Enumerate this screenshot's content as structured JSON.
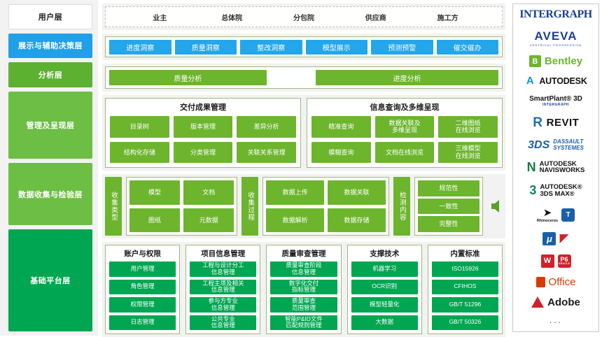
{
  "layers": [
    {
      "label": "用户层",
      "key": "user"
    },
    {
      "label": "展示与辅助决策层",
      "key": "display"
    },
    {
      "label": "分析层",
      "key": "analysis"
    },
    {
      "label": "管理及呈现层",
      "key": "management"
    },
    {
      "label": "数据收集与检验层",
      "key": "data"
    },
    {
      "label": "基础平台层",
      "key": "base"
    }
  ],
  "stakeholders": [
    "业主",
    "总体院",
    "分包院",
    "供应商",
    "施工方"
  ],
  "insights": [
    "进度洞察",
    "质量洞察",
    "整改洞察",
    "模型展示",
    "预测预警",
    "催交催办"
  ],
  "analysis_bars": [
    "质量分析",
    "进度分析"
  ],
  "management": [
    {
      "title": "交付成果管理",
      "cells": [
        "目录树",
        "版本管理",
        "差异分析",
        "结构化存储",
        "分类管理",
        "关联关系管理"
      ]
    },
    {
      "title": "信息查询及多维呈现",
      "cells": [
        "精准查询",
        "数据关联及\n多维呈现",
        "二维图纸\n在线浏览",
        "模糊查询",
        "文档在线浏览",
        "三维模型\n在线浏览"
      ]
    }
  ],
  "collection": {
    "type_label": "收集类型",
    "types": [
      "模型",
      "文档",
      "图纸",
      "元数据"
    ],
    "process_label": "收集过程",
    "processes": [
      "数据上传",
      "数据关联",
      "数据解析",
      "数据存储"
    ],
    "check_label": "检测内容",
    "checks": [
      "规范性",
      "一致性",
      "完整性"
    ]
  },
  "base_platform": [
    {
      "title": "账户与权限",
      "items": [
        "用户管理",
        "角色管理",
        "权限管理",
        "日志管理"
      ]
    },
    {
      "title": "项目信息管理",
      "items": [
        "工程与设计分工\n信息管理",
        "工程主项及相关\n信息管理",
        "参与方专业\n信息管理",
        "公共专业\n信息管理"
      ]
    },
    {
      "title": "质量审查管理",
      "items": [
        "质量审查阶段\n信息管理",
        "数字化交付\n指标管理",
        "质量审查\n范围管理",
        "智能P&ID文件\n匹配规则管理"
      ]
    },
    {
      "title": "支撑技术",
      "items": [
        "机器学习",
        "OCR识别",
        "模型轻量化",
        "大数据"
      ]
    },
    {
      "title": "内置标准",
      "items": [
        "ISO15926",
        "CFIHOS",
        "GB/T 51296",
        "GB/T 50326"
      ]
    }
  ],
  "vendors": [
    {
      "name": "INTERGRAPH"
    },
    {
      "name": "AVEVA",
      "sub": "CENTRICAL PROGRESSION"
    },
    {
      "name": "Bentley"
    },
    {
      "name": "AUTODESK"
    },
    {
      "name": "SmartPlant® 3D",
      "sub": "INTERGRAPH"
    },
    {
      "name": "REVIT"
    },
    {
      "name": "DASSAULT SYSTEMES"
    },
    {
      "name": "AUTODESK NAVISWORKS"
    },
    {
      "name": "AUTODESK® 3DS MAX®"
    },
    {
      "name": "Rhinoceros"
    },
    {
      "name": "Tekla"
    },
    {
      "name": "MicroStation"
    },
    {
      "name": "SketchUp"
    },
    {
      "name": "WPS"
    },
    {
      "name": "P6 ORACLE"
    },
    {
      "name": "Office"
    },
    {
      "name": "Adobe"
    },
    {
      "name": "..."
    }
  ],
  "vendor_labels": {
    "intergraph": "INTERGRAPH",
    "aveva": "AVEVA",
    "aveva_sub": "CENTRICAL PROGRESSION",
    "bentley": "Bentley",
    "bentley_mark": "B",
    "autodesk": "AUTODESK",
    "autodesk_mark": "A",
    "smartplant": "SmartPlant® 3D",
    "smartplant_sub": "INTERGRAPH",
    "revit": "REVIT",
    "revit_mark": "R",
    "dassault_1": "DASSAULT",
    "dassault_2": "SYSTEMES",
    "dassault_mark": "3DS",
    "navis_1": "AUTODESK",
    "navis_2": "NAVISWORKS",
    "navis_mark": "N",
    "max_1": "AUTODESK®",
    "max_2": "3DS MAX®",
    "max_mark": "3",
    "rhino": "Rhinoceros",
    "rhino_mark": "➤",
    "tekla_mark": "T",
    "micro_mark": "μ",
    "sketch_mark": "◤",
    "wps_mark": "W",
    "p6_mark": "P6",
    "p6_sub": "ORACLE",
    "office": "Office",
    "adobe": "Adobe",
    "dots": "···"
  }
}
